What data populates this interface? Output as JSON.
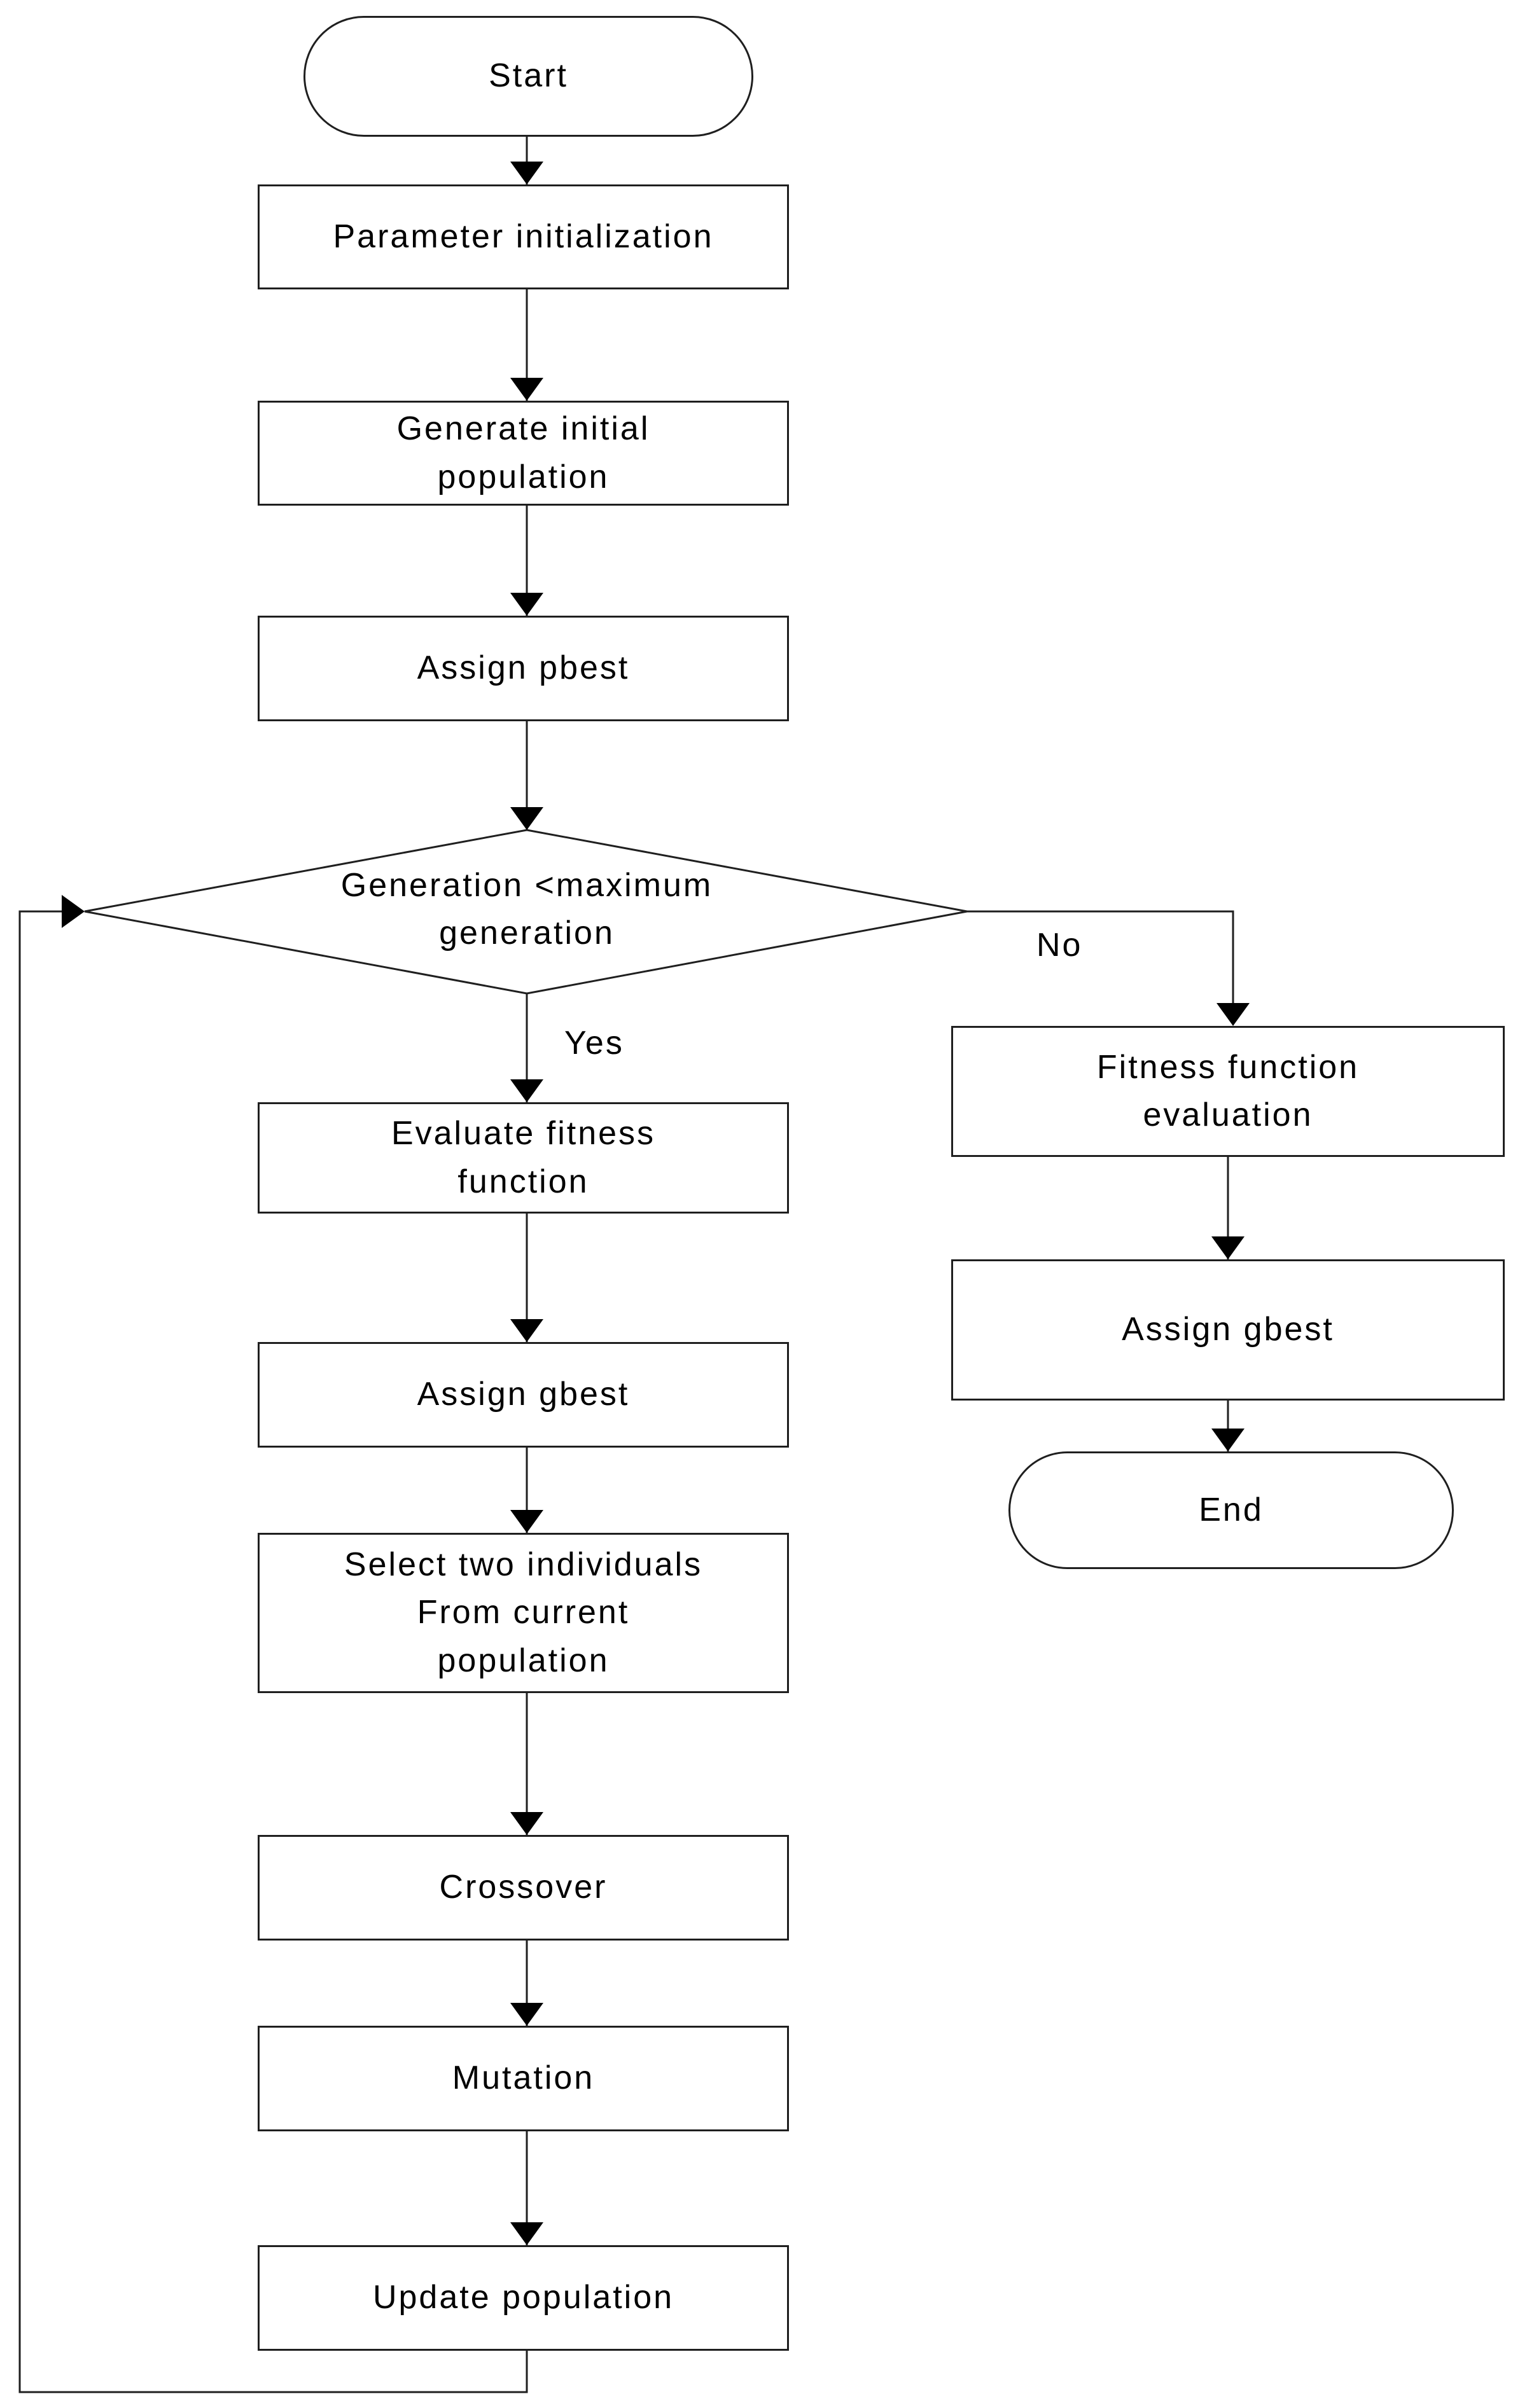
{
  "diagram": {
    "type": "flowchart",
    "background_color": "#ffffff",
    "stroke_color": "#1f1f1f",
    "arrow_color": "#000000",
    "text_color": "#000000"
  },
  "nodes": {
    "start": {
      "label": "Start",
      "shape": "terminator"
    },
    "parameter_initialization": {
      "label": "Parameter initialization",
      "shape": "process"
    },
    "generate_initial_population": {
      "label": "Generate initial\npopulation",
      "shape": "process"
    },
    "assign_pbest": {
      "label": "Assign pbest",
      "shape": "process"
    },
    "generation_check": {
      "label": "Generation <maximum\ngeneration",
      "shape": "decision"
    },
    "evaluate_fitness_function": {
      "label": "Evaluate fitness\nfunction",
      "shape": "process"
    },
    "assign_gbest": {
      "label": "Assign gbest",
      "shape": "process"
    },
    "select_two_individuals": {
      "label": "Select two individuals\nFrom current\npopulation",
      "shape": "process"
    },
    "crossover": {
      "label": "Crossover",
      "shape": "process"
    },
    "mutation": {
      "label": "Mutation",
      "shape": "process"
    },
    "update_population": {
      "label": "Update population",
      "shape": "process"
    },
    "fitness_function_evaluation": {
      "label": "Fitness function\nevaluation",
      "shape": "process"
    },
    "assign_gbest_final": {
      "label": "Assign gbest",
      "shape": "process"
    },
    "end": {
      "label": "End",
      "shape": "terminator"
    }
  },
  "edge_labels": {
    "yes": "Yes",
    "no": "No"
  }
}
